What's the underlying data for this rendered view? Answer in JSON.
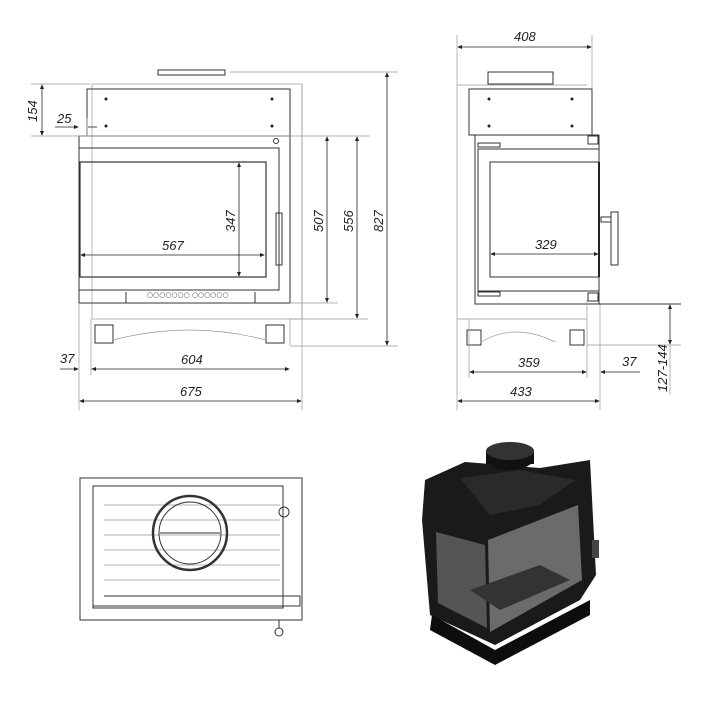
{
  "front_view": {
    "dimensions": {
      "top_height": "154",
      "side_offset": "25",
      "glass_width": "567",
      "glass_height": "347",
      "door_height": "507",
      "body_height": "556",
      "total_height": "827",
      "leg_offset": "37",
      "leg_span": "604",
      "total_width": "675"
    }
  },
  "side_view": {
    "dimensions": {
      "depth": "408",
      "glass_width": "329",
      "leg_span": "359",
      "handle_offset": "37",
      "total_depth": "433",
      "leg_height_range": "127-144"
    }
  },
  "colors": {
    "line": "#333333",
    "render_body": "#1a1a1a",
    "render_glass": "#6b6b6b"
  }
}
